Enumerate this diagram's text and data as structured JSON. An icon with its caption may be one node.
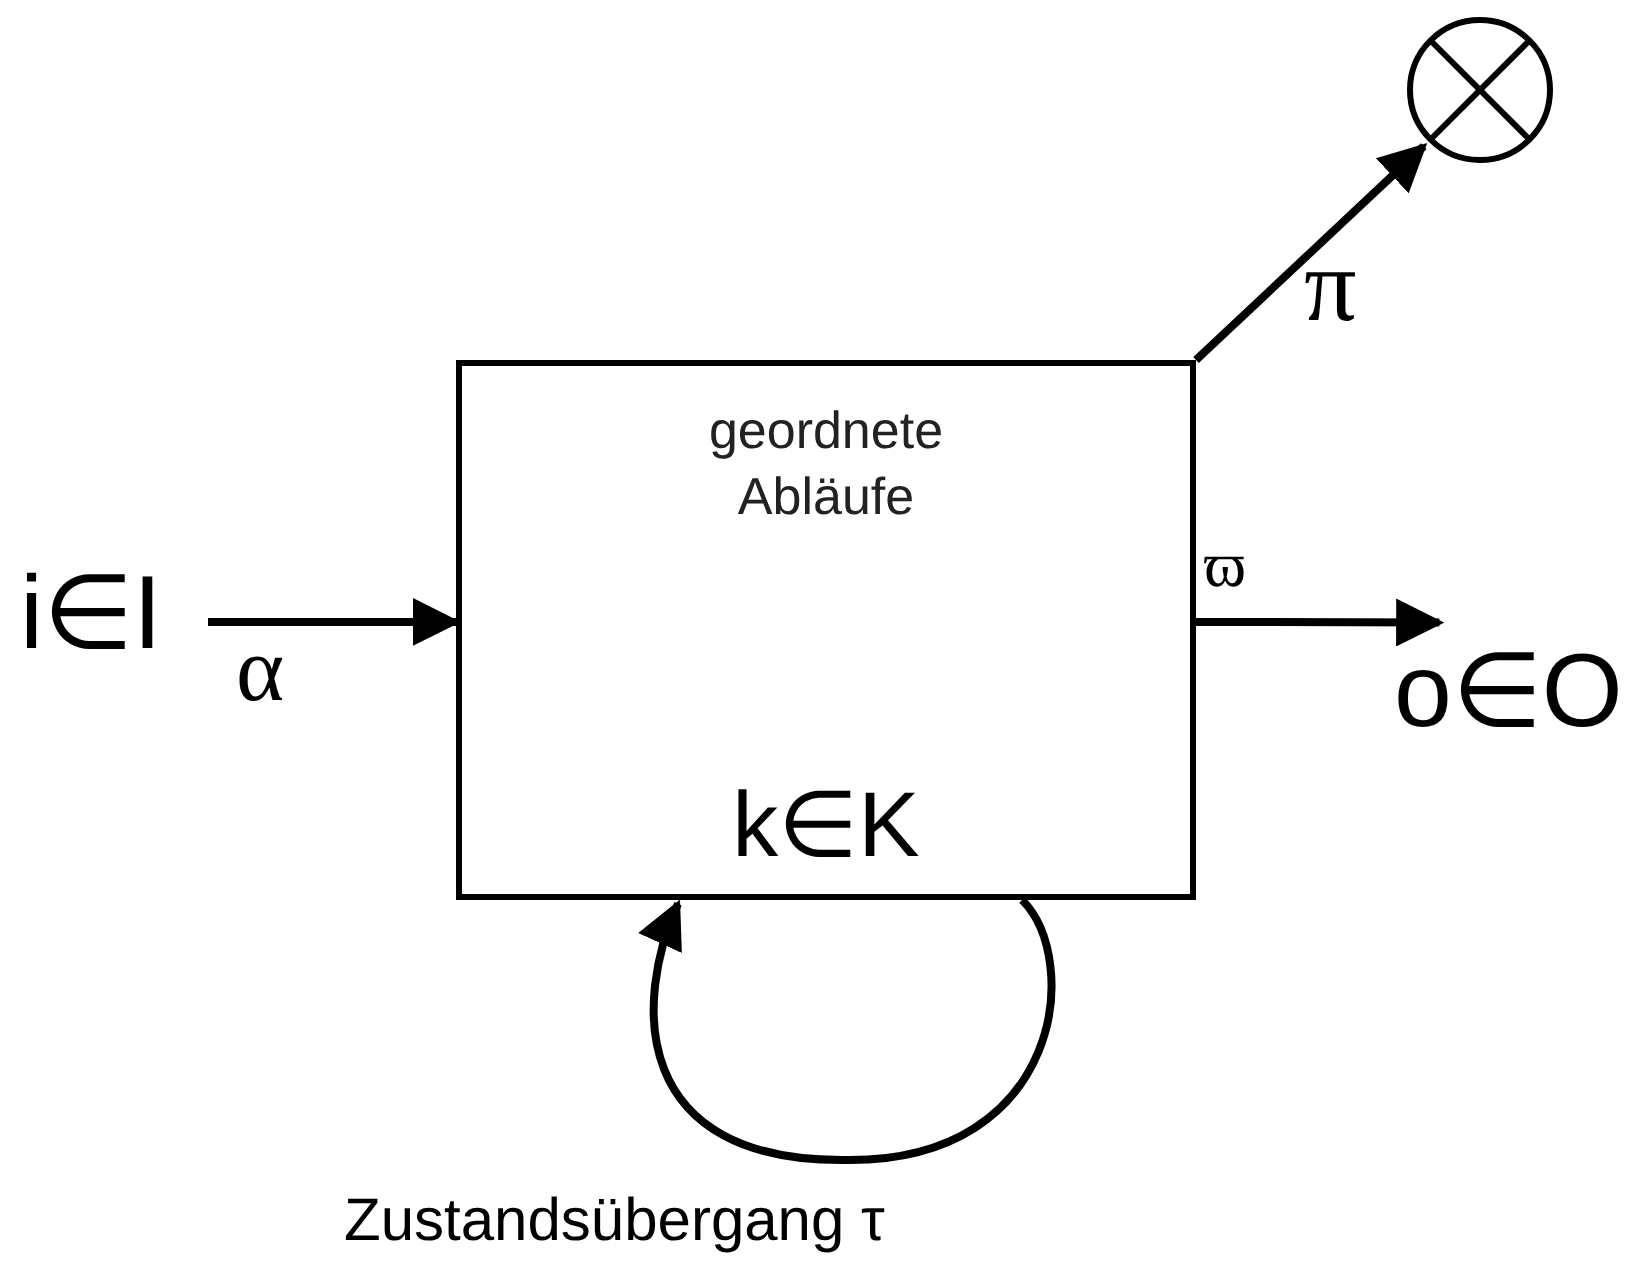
{
  "diagram": {
    "nodes": [
      {
        "text": [
          "i∈I"
        ]
      },
      {
        "text": [
          "geordnete Abläufe",
          "k∈K"
        ]
      },
      {
        "text": [],
        "shape": "circle"
      },
      {
        "text": [
          "o∈O"
        ]
      }
    ],
    "edges": [
      {
        "from": 0,
        "to": 1,
        "arrow": "to",
        "label": "α"
      },
      {
        "from": 1,
        "to": 2,
        "arrow": "to",
        "label": "π"
      },
      {
        "from": 1,
        "to": 3,
        "arrow": "to",
        "label": "ϖ"
      },
      {
        "from": 1,
        "to": 1,
        "arrow": "to",
        "label": "Zustandsübergang τ"
      }
    ]
  }
}
